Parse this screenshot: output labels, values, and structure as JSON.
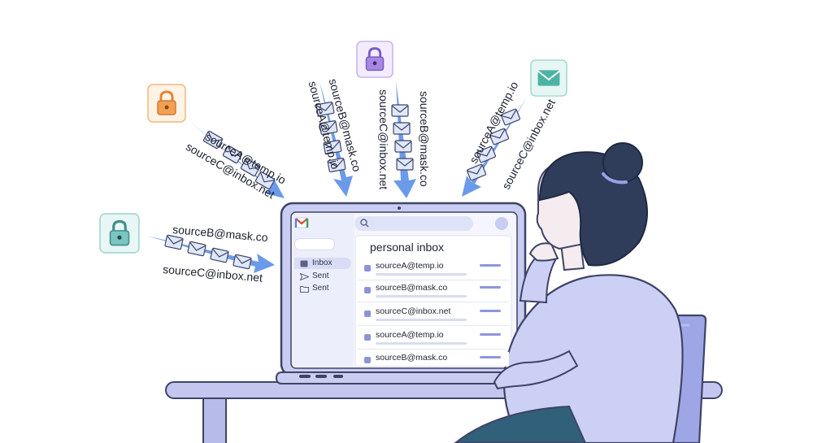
{
  "locks": [
    {
      "icon": "padlock-icon",
      "color": "#f2a054"
    },
    {
      "icon": "padlock-icon",
      "color": "#a887e3"
    },
    {
      "icon": "envelope-icon",
      "color": "#4cb3a5"
    },
    {
      "icon": "padlock-icon",
      "color": "#7cc4c0"
    }
  ],
  "streams": [
    {
      "addresses": [
        "sourceA@temp.io",
        "sourceC@inbox.net"
      ]
    },
    {
      "addresses": [
        "sourceB@mask.co",
        "sourceA@temp.io"
      ]
    },
    {
      "addresses": [
        "sourceB@mask.co",
        "sourceC@inbox.net"
      ]
    },
    {
      "addresses": [
        "sourceA@temp.io",
        "sourceC@inbox.net"
      ]
    },
    {
      "addresses": [
        "sourceB@mask.co",
        "sourceC@inbox.net"
      ]
    }
  ],
  "laptop": {
    "app_logo": "gmail-logo",
    "nav": [
      {
        "label": "Inbox",
        "icon": "inbox-icon"
      },
      {
        "label": "Sent",
        "icon": "send-icon"
      },
      {
        "label": "Sent",
        "icon": "folder-icon"
      }
    ],
    "inbox_title": "personal inbox",
    "messages": [
      {
        "from": "sourceA@temp.io"
      },
      {
        "from": "sourceB@mask.co"
      },
      {
        "from": "sourceC@inbox.net"
      },
      {
        "from": "sourceA@temp.io"
      },
      {
        "from": "sourceB@mask.co"
      }
    ]
  },
  "colors": {
    "arrow": "#5b8fe8",
    "laptop_body": "#c9cdf2",
    "laptop_outline": "#3f4466",
    "desk": "#c3c7f0",
    "person_hair": "#2f3d5a",
    "person_shirt": "#cccff5",
    "chair": "#9fa6e6"
  }
}
